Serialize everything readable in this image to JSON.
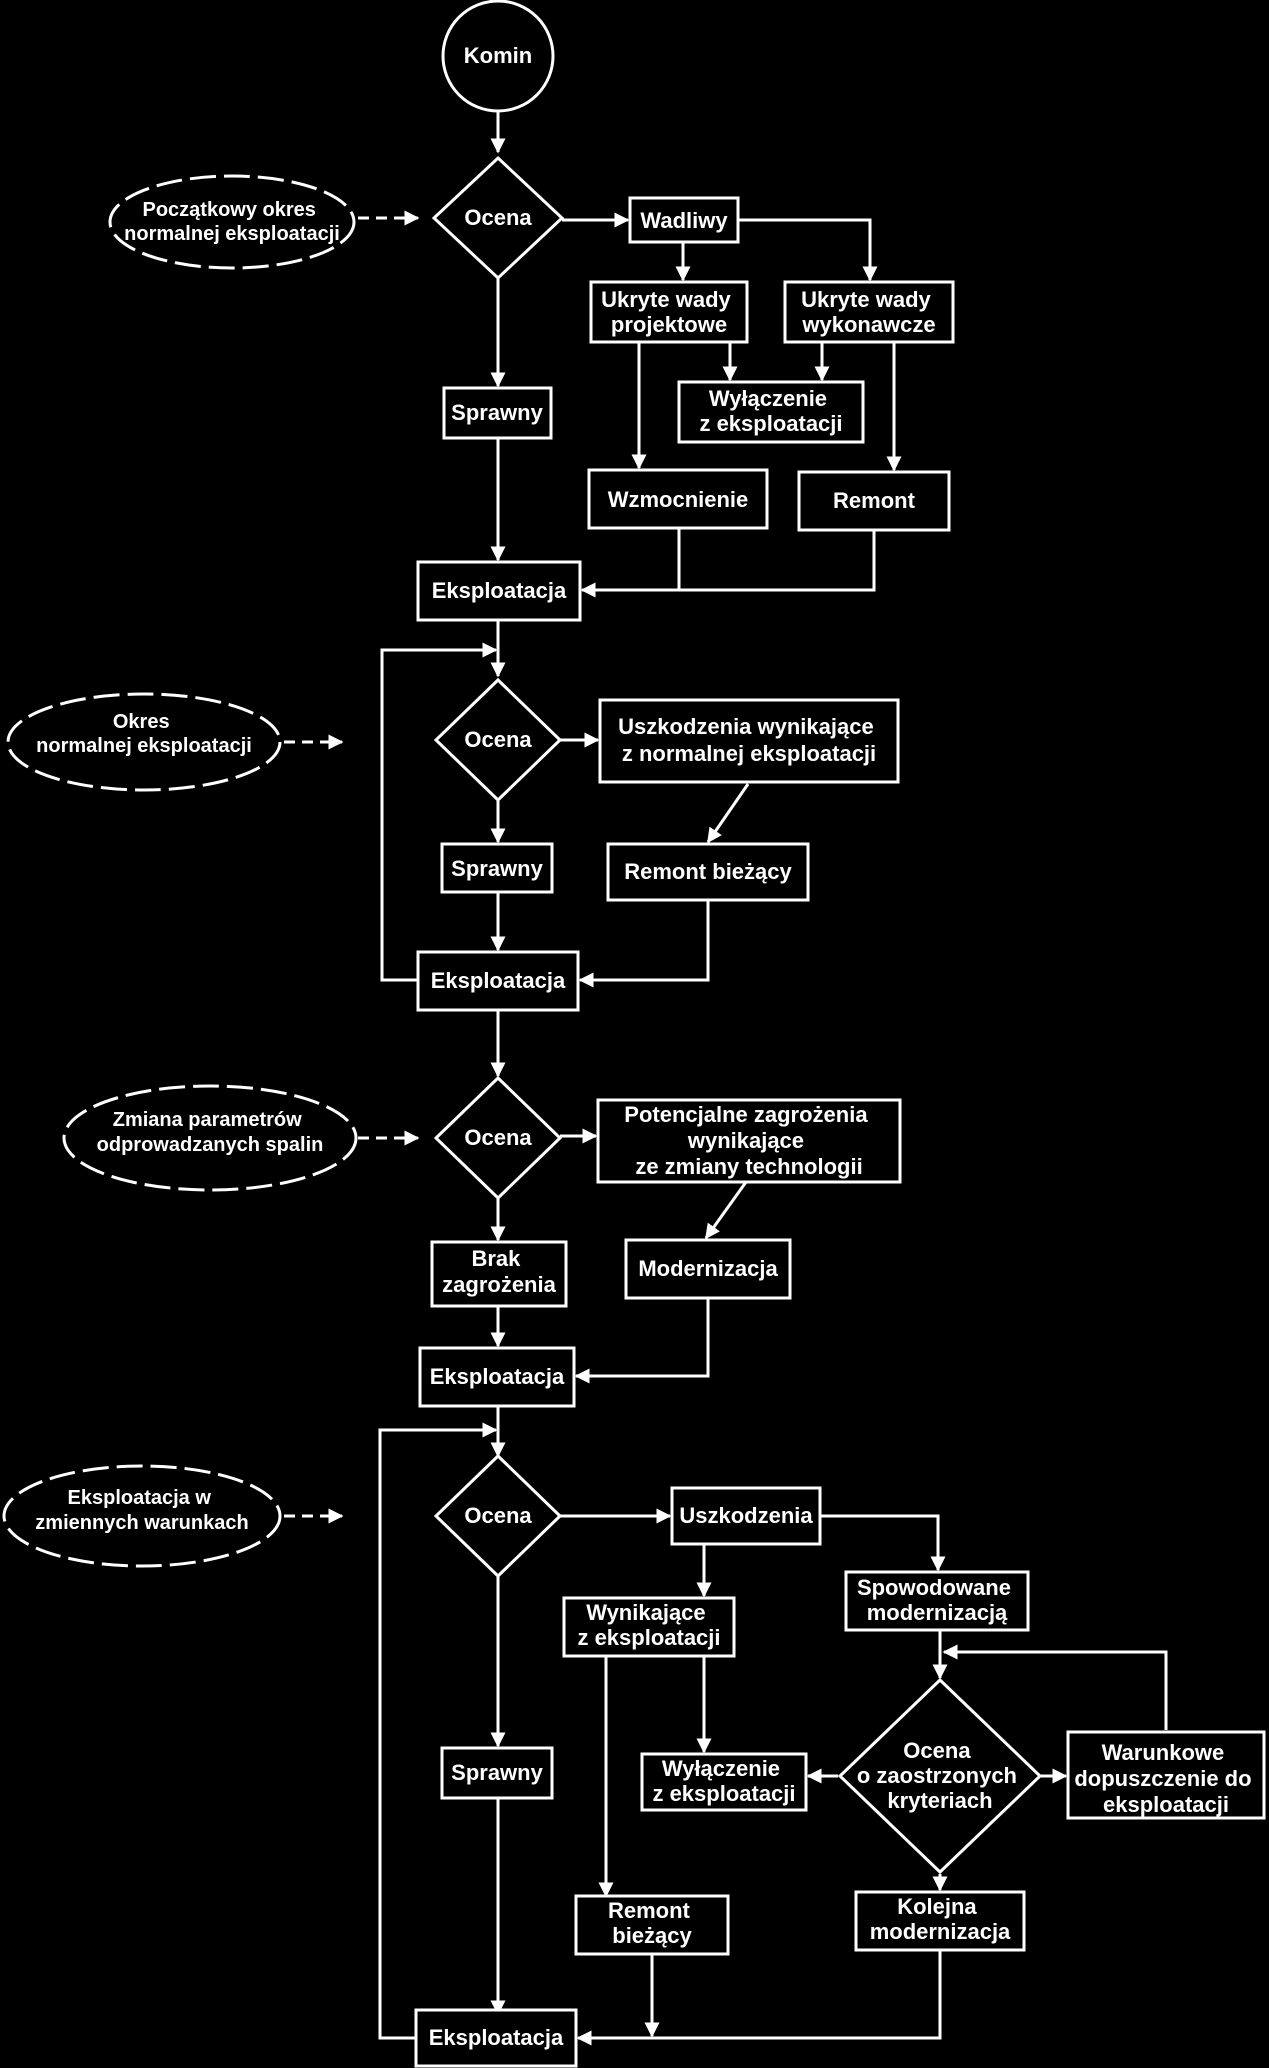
{
  "colors": {
    "background": "#000000",
    "foreground": "#ffffff"
  },
  "nodes": {
    "start": "Komin",
    "s1_oval": [
      "Początkowy okres",
      "normalnej eksploatacji"
    ],
    "s1_ocena": "Ocena",
    "s1_wadliwy": "Wadliwy",
    "s1_ukryte_proj": [
      "Ukryte wady",
      "projektowe"
    ],
    "s1_ukryte_wyk": [
      "Ukryte wady",
      "wykonawcze"
    ],
    "s1_sprawny": "Sprawny",
    "s1_wylaczenie": [
      "Wyłączenie",
      "z eksploatacji"
    ],
    "s1_wzmocnienie": "Wzmocnienie",
    "s1_remont": "Remont",
    "s1_eksploatacja": "Eksploatacja",
    "s2_oval": [
      "Okres",
      "normalnej eksploatacji"
    ],
    "s2_ocena": "Ocena",
    "s2_uszkodzenia": [
      "Uszkodzenia wynikające",
      "z normalnej eksploatacji"
    ],
    "s2_sprawny": "Sprawny",
    "s2_remont": "Remont bieżący",
    "s2_eksploatacja": "Eksploatacja",
    "s3_oval": [
      "Zmiana parametrów",
      "odprowadzanych spalin"
    ],
    "s3_ocena": "Ocena",
    "s3_potencjalne": [
      "Potencjalne zagrożenia",
      "wynikające",
      "ze zmiany technologii"
    ],
    "s3_brak": [
      "Brak",
      "zagrożenia"
    ],
    "s3_modernizacja": "Modernizacja",
    "s3_eksploatacja": "Eksploatacja",
    "s4_oval": [
      "Eksploatacja w",
      "zmiennych warunkach"
    ],
    "s4_ocena": "Ocena",
    "s4_uszkodzenia": "Uszkodzenia",
    "s4_wynikajace": [
      "Wynikające",
      "z eksploatacji"
    ],
    "s4_spowodowane": [
      "Spowodowane",
      "modernizacją"
    ],
    "s4_ocena_zaostrz": [
      "Ocena",
      "o zaostrzonych",
      "kryteriach"
    ],
    "s4_warunkowe": [
      "Warunkowe",
      "dopuszczenie do",
      "eksploatacji"
    ],
    "s4_sprawny": "Sprawny",
    "s4_wylaczenie": [
      "Wyłączenie",
      "z eksploatacji"
    ],
    "s4_remont": [
      "Remont",
      "bieżący"
    ],
    "s4_kolejna": [
      "Kolejna",
      "modernizacja"
    ],
    "s4_eksploatacja": "Eksploatacja"
  }
}
